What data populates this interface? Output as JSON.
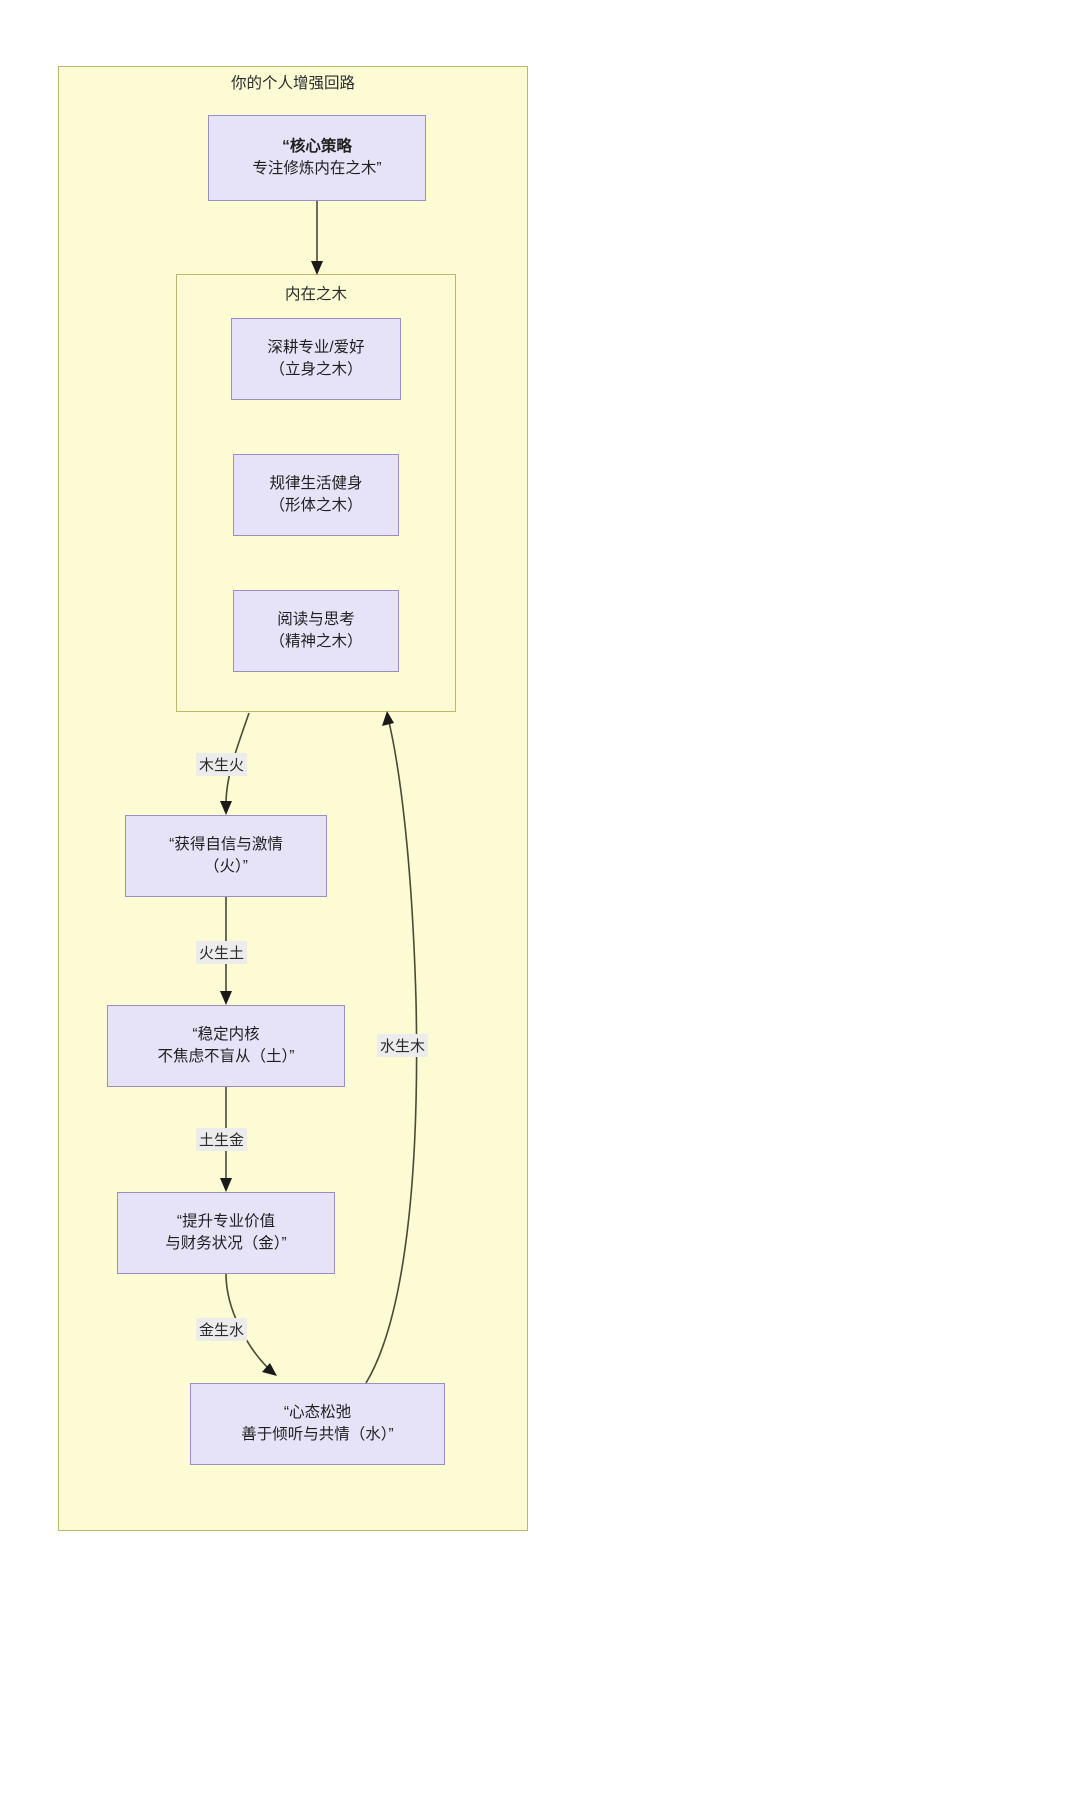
{
  "diagram": {
    "type": "flowchart",
    "direction": "top-to-bottom",
    "outer_container_title": "你的个人增强回路",
    "inner_container_title": "内在之木",
    "colors": {
      "container_fill": "#fdfbd4",
      "container_border": "#bdb76b",
      "node_fill": "#e6e3f8",
      "node_border": "#9a8fc4",
      "edge_stroke": "#4a4a35",
      "edge_label_bg": "#ececec",
      "text": "#1f1f1f",
      "page_background": "#ffffff"
    }
  },
  "nodes": {
    "core": {
      "id": "core-strategy",
      "line1": "“核心策略",
      "line2": "专注修炼内在之木”"
    },
    "wood1": {
      "id": "wood-profession",
      "line1": "深耕专业/爱好",
      "line2": "（立身之木）"
    },
    "wood2": {
      "id": "wood-fitness",
      "line1": "规律生活健身",
      "line2": "（形体之木）"
    },
    "wood3": {
      "id": "wood-reading",
      "line1": "阅读与思考",
      "line2": "（精神之木）"
    },
    "fire": {
      "id": "fire-confidence",
      "line1": "“获得自信与激情",
      "line2": "（火）”"
    },
    "earth": {
      "id": "earth-stable-core",
      "line1": "“稳定内核",
      "line2": "不焦虑不盲从（土）”"
    },
    "metal": {
      "id": "metal-value",
      "line1": "“提升专业价值",
      "line2": "与财务状况（金）”"
    },
    "water": {
      "id": "water-relaxed",
      "line1": "“心态松弛",
      "line2": "善于倾听与共情（水）”"
    }
  },
  "edges": [
    {
      "id": "core-to-wood",
      "from": "core",
      "to": "inner-container",
      "label": ""
    },
    {
      "id": "wood-to-fire",
      "from": "wood",
      "to": "fire",
      "label": "木生火"
    },
    {
      "id": "fire-to-earth",
      "from": "fire",
      "to": "earth",
      "label": "火生土"
    },
    {
      "id": "earth-to-metal",
      "from": "earth",
      "to": "metal",
      "label": "土生金"
    },
    {
      "id": "metal-to-water",
      "from": "metal",
      "to": "water",
      "label": "金生水"
    },
    {
      "id": "water-to-wood",
      "from": "water",
      "to": "wood",
      "label": "水生木"
    }
  ]
}
